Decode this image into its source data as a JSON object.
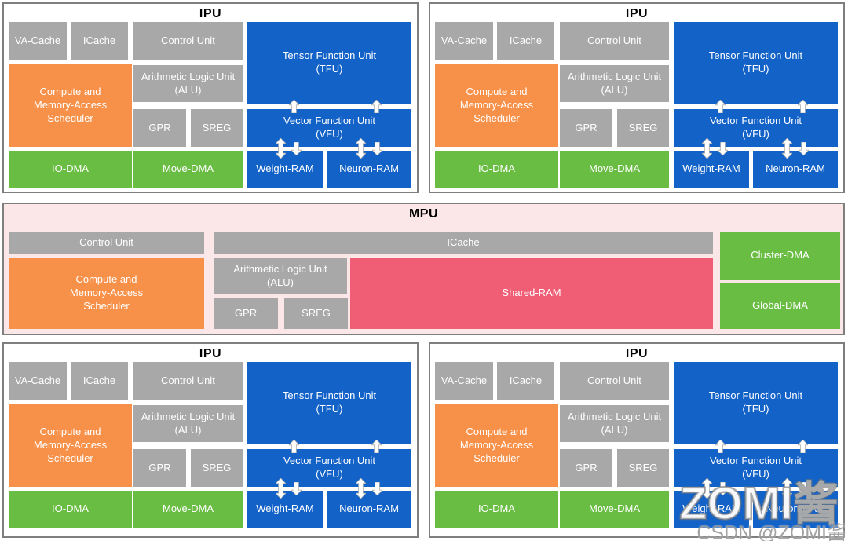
{
  "ipu": {
    "title": "IPU",
    "cells": {
      "va_cache": "VA-Cache",
      "icache": "ICache",
      "control_unit": "Control Unit",
      "tfu": "Tensor Function Unit\n(TFU)",
      "scheduler": "Compute and\nMemory-Access\nScheduler",
      "alu": "Arithmetic Logic Unit\n(ALU)",
      "gpr": "GPR",
      "sreg": "SREG",
      "vfu": "Vector Function Unit\n(VFU)",
      "io_dma": "IO-DMA",
      "move_dma": "Move-DMA",
      "weight_ram": "Weight-RAM",
      "neuron_ram": "Neuron-RAM"
    }
  },
  "mpu": {
    "title": "MPU",
    "cells": {
      "control_unit": "Control Unit",
      "icache": "ICache",
      "cluster_dma": "Cluster-DMA",
      "scheduler": "Compute and\nMemory-Access\nScheduler",
      "alu": "Arithmetic Logic Unit\n(ALU)",
      "gpr": "GPR",
      "sreg": "SREG",
      "shared_ram": "Shared-RAM",
      "global_dma": "Global-DMA"
    }
  },
  "watermark": {
    "line1": "ZOMI酱",
    "line2": "CSDN @ZOMI酱"
  },
  "colors": {
    "blue": "#1262c8",
    "orange": "#f79149",
    "green": "#6abd43",
    "gray": "#a8a8a8",
    "mpu_bg": "#fbe6e8",
    "shared": "#f05e76",
    "border": "#7f7f7f"
  }
}
